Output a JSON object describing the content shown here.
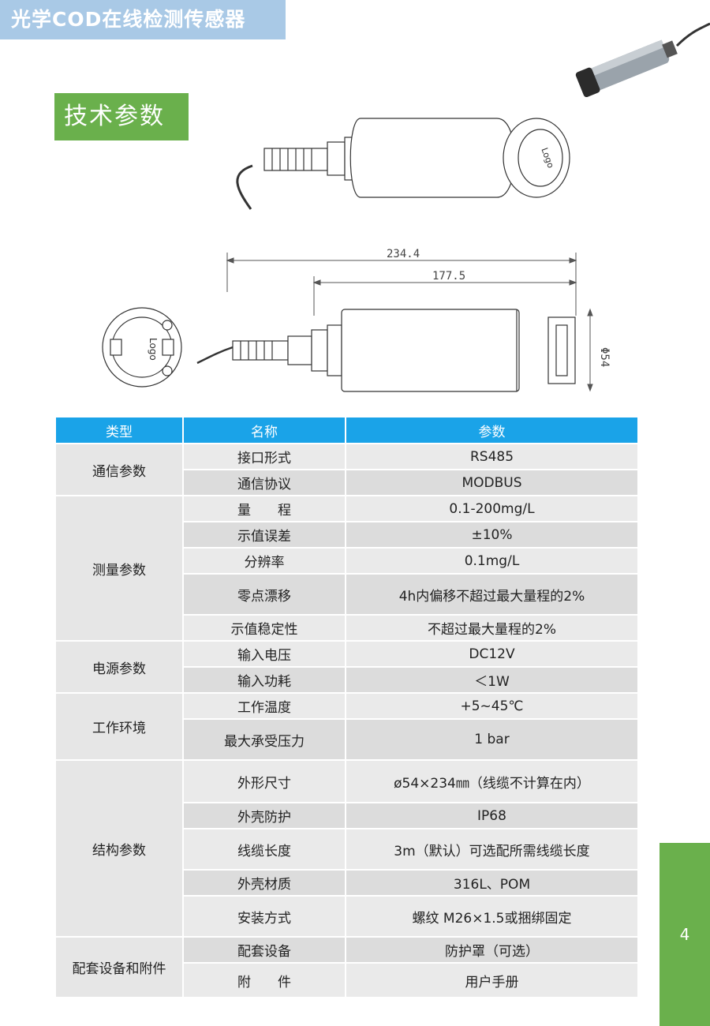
{
  "header": {
    "title": "光学COD在线检测传感器"
  },
  "section": {
    "title": "技术参数"
  },
  "drawing": {
    "dim_total": "234.4",
    "dim_body": "177.5",
    "dim_diameter": "Φ54",
    "logo_text": "Logo"
  },
  "table": {
    "headers": {
      "type": "类型",
      "name": "名称",
      "param": "参数"
    },
    "groups": [
      {
        "category": "通信参数",
        "rows": [
          {
            "name": "接口形式",
            "value": "RS485"
          },
          {
            "name": "通信协议",
            "value": "MODBUS"
          }
        ]
      },
      {
        "category": "测量参数",
        "rows": [
          {
            "name": "量　　程",
            "value": "0.1-200mg/L"
          },
          {
            "name": "示值误差",
            "value": "±10%"
          },
          {
            "name": "分辨率",
            "value": "0.1mg/L"
          },
          {
            "name": "零点漂移",
            "value": "4h内偏移不超过最大量程的2%"
          },
          {
            "name": "示值稳定性",
            "value": "不超过最大量程的2%"
          }
        ]
      },
      {
        "category": "电源参数",
        "rows": [
          {
            "name": "输入电压",
            "value": "DC12V"
          },
          {
            "name": "输入功耗",
            "value": "＜1W"
          }
        ]
      },
      {
        "category": "工作环境",
        "rows": [
          {
            "name": "工作温度",
            "value": "+5~45℃"
          },
          {
            "name": "最大承受压力",
            "value": "1 bar"
          }
        ]
      },
      {
        "category": "结构参数",
        "rows": [
          {
            "name": "外形尺寸",
            "value": "ø54×234㎜（线缆不计算在内）"
          },
          {
            "name": "外壳防护",
            "value": "IP68"
          },
          {
            "name": "线缆长度",
            "value": "3m（默认）可选配所需线缆长度"
          },
          {
            "name": "外壳材质",
            "value": "316L、POM"
          },
          {
            "name": "安装方式",
            "value": "螺纹 M26×1.5或捆绑固定"
          }
        ]
      },
      {
        "category": "配套设备和附件",
        "rows": [
          {
            "name": "配套设备",
            "value": "防护罩（可选）"
          },
          {
            "name": "附　　件",
            "value": "用户手册"
          }
        ]
      }
    ]
  },
  "page": {
    "number": "4"
  },
  "colors": {
    "title_bg": "#a9c9e6",
    "section_bg": "#6ab04c",
    "header_bg": "#1aa3e8",
    "cell_bg": "#e6e6e6"
  }
}
